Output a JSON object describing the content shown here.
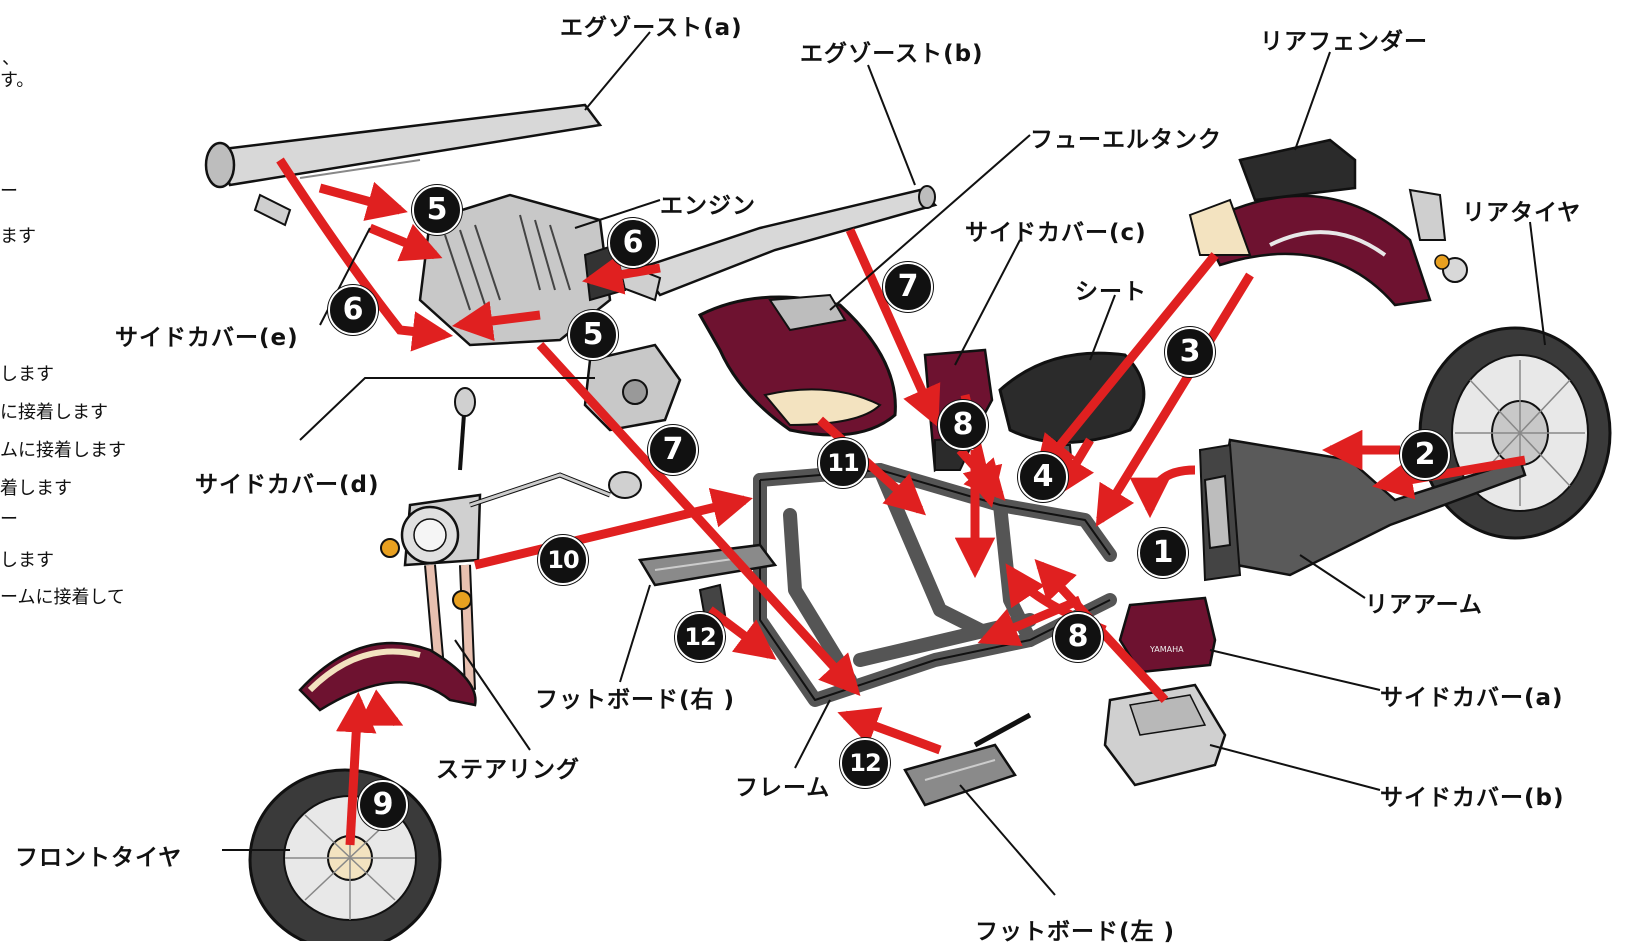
{
  "labels": {
    "exhaust_a": "エグゾースト(a)",
    "exhaust_b": "エグゾースト(b)",
    "rear_fender": "リアフェンダー",
    "fuel_tank": "フューエルタンク",
    "engine": "エンジン",
    "side_cover_c": "サイドカバー(c)",
    "seat": "シート",
    "rear_tire": "リアタイヤ",
    "side_cover_e": "サイドカバー(e)",
    "side_cover_d": "サイドカバー(d)",
    "rear_arm": "リアアーム",
    "side_cover_a": "サイドカバー(a)",
    "side_cover_b": "サイドカバー(b)",
    "footboard_right": "フットボード(右 )",
    "frame": "フレーム",
    "steering": "ステアリング",
    "front_tire": "フロントタイヤ",
    "footboard_left": "フットボード(左 )"
  },
  "side_text": [
    "、",
    "す。",
    "ー",
    "ます",
    "します",
    "に接着します",
    "ムに接着します",
    "着します",
    "ー",
    "します",
    "ームに接着して"
  ],
  "steps": [
    {
      "id": "s5a",
      "num": "5"
    },
    {
      "id": "s6a",
      "num": "6"
    },
    {
      "id": "s6b",
      "num": "6"
    },
    {
      "id": "s5b",
      "num": "5"
    },
    {
      "id": "s7a",
      "num": "7"
    },
    {
      "id": "s7b",
      "num": "7"
    },
    {
      "id": "s8a",
      "num": "8"
    },
    {
      "id": "s3",
      "num": "3"
    },
    {
      "id": "s4",
      "num": "4"
    },
    {
      "id": "s11",
      "num": "11"
    },
    {
      "id": "s2",
      "num": "2"
    },
    {
      "id": "s1",
      "num": "1"
    },
    {
      "id": "s10",
      "num": "10"
    },
    {
      "id": "s8b",
      "num": "8"
    },
    {
      "id": "s12a",
      "num": "12"
    },
    {
      "id": "s12b",
      "num": "12"
    },
    {
      "id": "s9",
      "num": "9"
    }
  ],
  "colors": {
    "arrow": "#e02020",
    "maroon": "#6e1230",
    "frame": "#555555",
    "cream": "#f3e3c0",
    "metal": "#d0d0d0",
    "dark": "#2b2b2b"
  }
}
